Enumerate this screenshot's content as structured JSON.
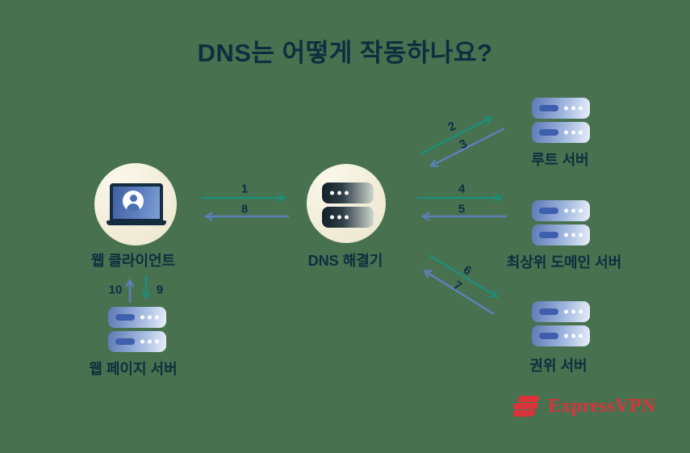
{
  "title": "DNS는 어떻게 작동하나요?",
  "nodes": {
    "web_client": {
      "label": "웹 클라이언트",
      "icon": "laptop-user-icon"
    },
    "dns_resolver": {
      "label": "DNS 해결기",
      "icon": "server-dark-icon"
    },
    "root_server": {
      "label": "루트 서버",
      "icon": "server-blue-icon"
    },
    "tld_server": {
      "label": "최상위 도메인 서버",
      "icon": "server-blue-icon"
    },
    "auth_server": {
      "label": "권위 서버",
      "icon": "server-blue-icon"
    },
    "web_page_server": {
      "label": "웹 페이지 서버",
      "icon": "server-blue-icon"
    }
  },
  "arrows": {
    "a1": "1",
    "a2": "2",
    "a3": "3",
    "a4": "4",
    "a5": "5",
    "a6": "6",
    "a7": "7",
    "a8": "8",
    "a9": "9",
    "a10": "10"
  },
  "brand": {
    "name": "ExpressVPN"
  },
  "colors": {
    "background": "#47714f",
    "heading_text": "#0f2d3f",
    "request_arrow_green": "#1e8e7b",
    "response_arrow_blue": "#5c80b8",
    "circle_cream": "#f2edd9",
    "server_blue": "#5d79b6",
    "server_bar_blue": "#3d5fae",
    "brand_red": "#d9343c"
  }
}
